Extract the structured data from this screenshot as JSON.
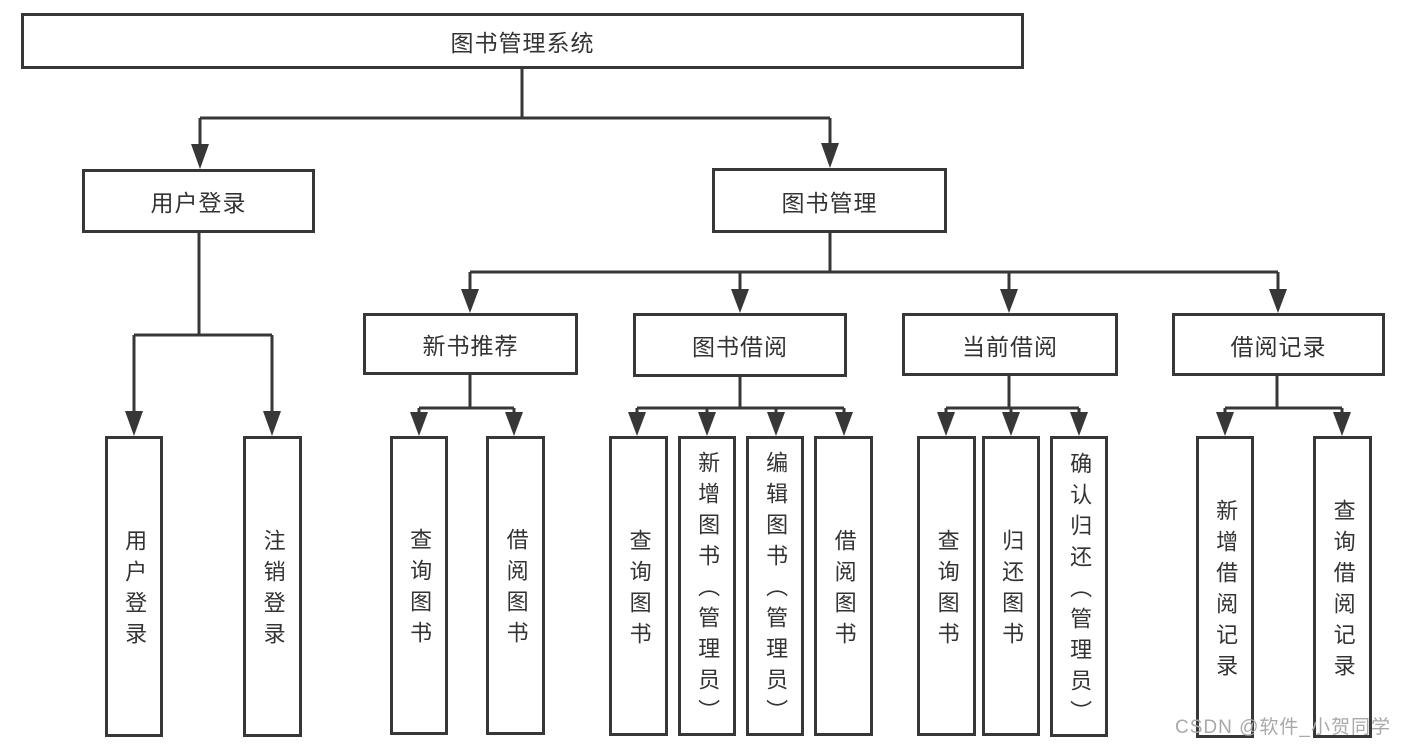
{
  "diagram": {
    "type": "hierarchy-tree",
    "root": {
      "label": "图书管理系统"
    },
    "branches": [
      {
        "label": "用户登录",
        "children": [
          {
            "label": "用户登录"
          },
          {
            "label": "注销登录"
          }
        ]
      },
      {
        "label": "图书管理",
        "children": [
          {
            "label": "新书推荐",
            "children": [
              {
                "label": "查询图书"
              },
              {
                "label": "借阅图书"
              }
            ]
          },
          {
            "label": "图书借阅",
            "children": [
              {
                "label": "查询图书"
              },
              {
                "label": "新增图书（管理员）"
              },
              {
                "label": "编辑图书（管理员）"
              },
              {
                "label": "借阅图书"
              }
            ]
          },
          {
            "label": "当前借阅",
            "children": [
              {
                "label": "查询图书"
              },
              {
                "label": "归还图书"
              },
              {
                "label": "确认归还（管理员）"
              }
            ]
          },
          {
            "label": "借阅记录",
            "children": [
              {
                "label": "新增借阅记录"
              },
              {
                "label": "查询借阅记录"
              }
            ]
          }
        ]
      }
    ]
  },
  "watermark": "CSDN @软件_小贺同学",
  "colors": {
    "line": "#373737",
    "box_border": "#373737",
    "text": "#333333",
    "background": "#ffffff",
    "watermark": "#a9a9a9"
  }
}
